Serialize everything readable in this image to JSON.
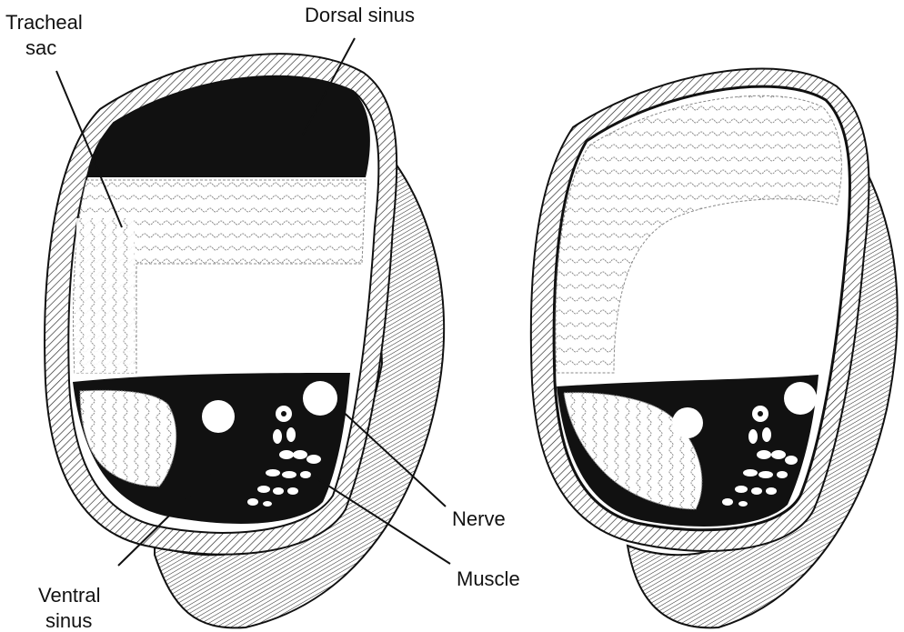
{
  "labels": {
    "tracheal_sac_line1": "Tracheal",
    "tracheal_sac_line2": "sac",
    "dorsal_sinus": "Dorsal sinus",
    "nerve": "Nerve",
    "muscle": "Muscle",
    "ventral_sinus_line1": "Ventral",
    "ventral_sinus_line2": "sinus"
  },
  "colors": {
    "ink": "#111111",
    "background": "#ffffff",
    "tissue": "#8a8a8a"
  }
}
